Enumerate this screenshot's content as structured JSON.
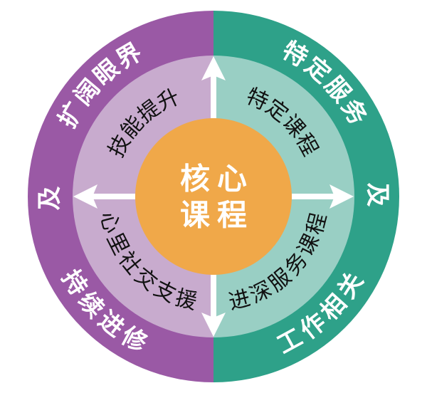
{
  "colors": {
    "background": "#ffffff",
    "outer_purple": "#9A59A5",
    "inner_purple": "#C8ABCE",
    "outer_teal": "#2EA189",
    "inner_teal": "#99CFC4",
    "core_orange": "#F0A849",
    "arrow_white": "#ffffff",
    "outer_text": "#ffffff",
    "inner_text": "#111111",
    "core_text": "#ffffff"
  },
  "center": {
    "line1": "核心",
    "line2": "课程"
  },
  "outer_ring": {
    "left_top": "扩阔眼界",
    "left_mid": "及",
    "left_bottom": "持续进修",
    "right_top": "特定服务",
    "right_mid": "及",
    "right_bottom": "工作相关"
  },
  "inner_ring": {
    "left_top": "技能提升",
    "left_bottom": "心里社交支援",
    "right_top": "特定课程",
    "right_bottom": "进深服务课程"
  },
  "icons": {
    "up_arrow": "arrow-up",
    "right_arrow": "arrow-right",
    "down_arrow": "arrow-down",
    "left_arrow": "arrow-left"
  }
}
